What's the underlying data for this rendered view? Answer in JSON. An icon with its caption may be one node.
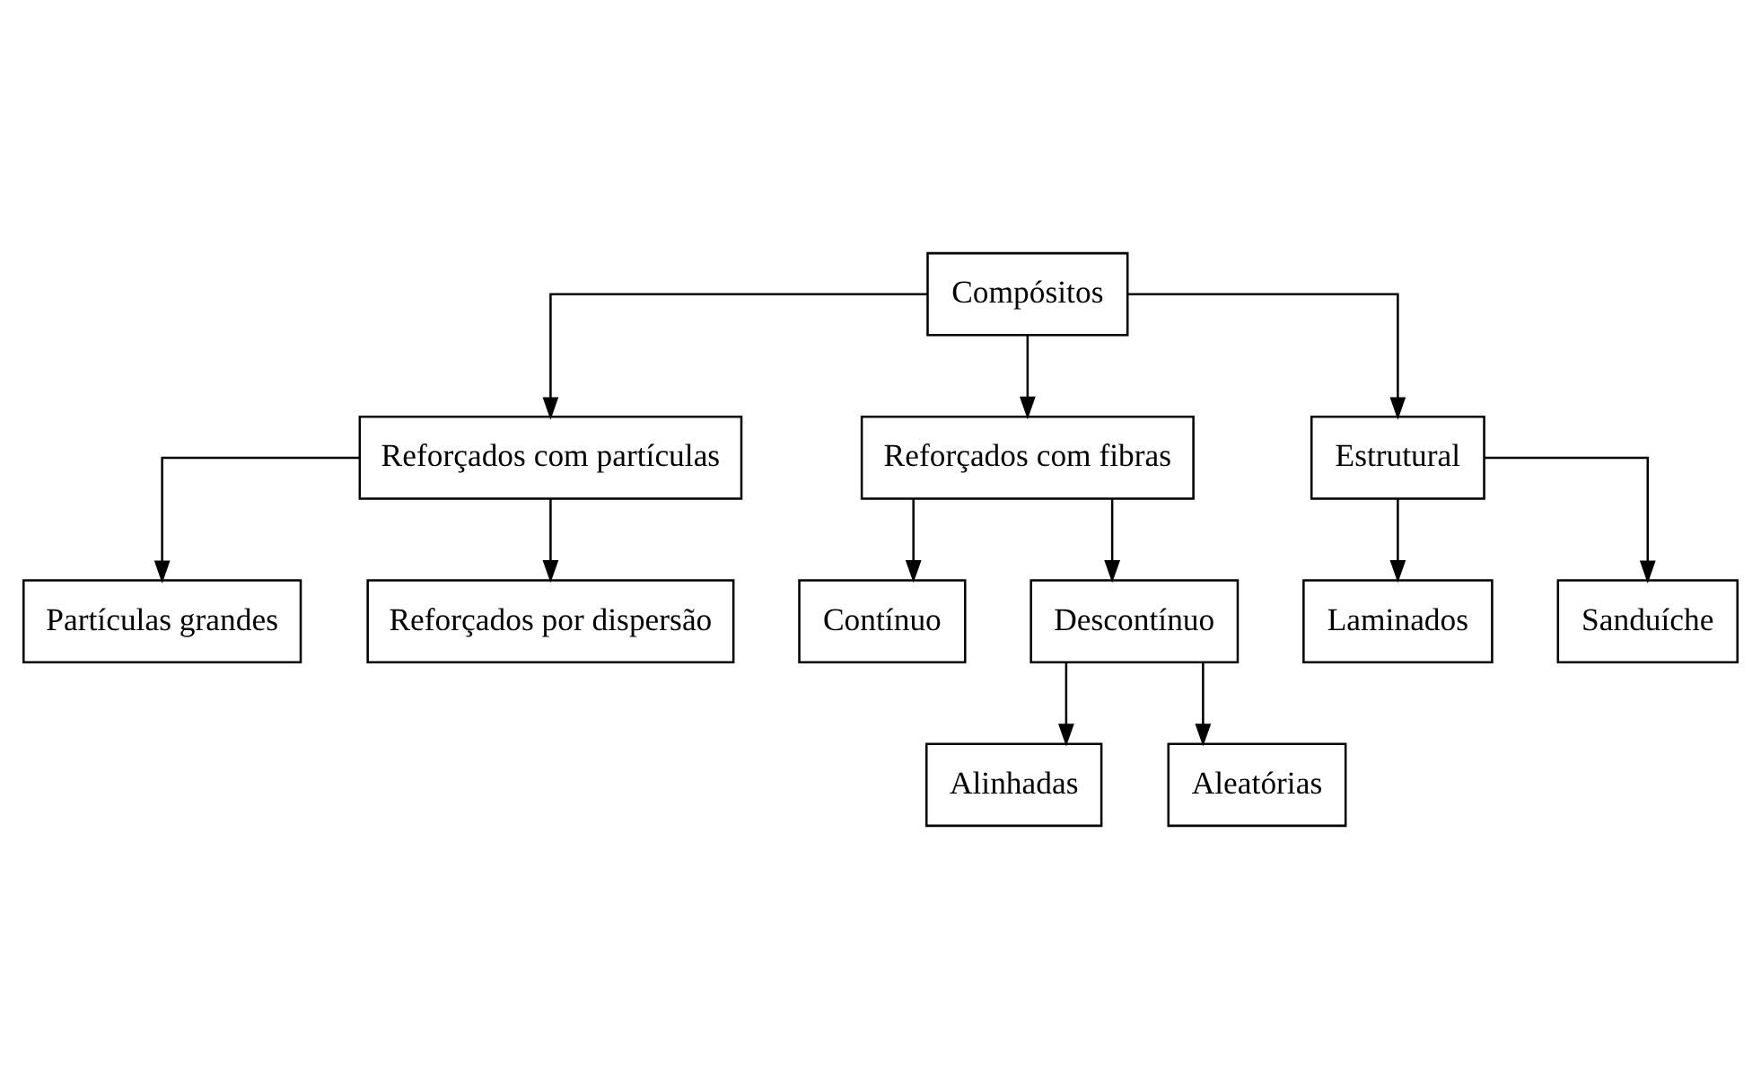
{
  "diagram": {
    "nodes": [
      {
        "text": [
          "Compósitos"
        ]
      },
      {
        "text": [
          "Reforçados com partículas"
        ]
      },
      {
        "text": [
          "Reforçados com fibras"
        ]
      },
      {
        "text": [
          "Estrutural"
        ]
      },
      {
        "text": [
          "Partículas grandes"
        ]
      },
      {
        "text": [
          "Reforçados por dispersão"
        ]
      },
      {
        "text": [
          "Contínuo"
        ]
      },
      {
        "text": [
          "Descontínuo"
        ]
      },
      {
        "text": [
          "Laminados"
        ]
      },
      {
        "text": [
          "Sanduíche"
        ]
      },
      {
        "text": [
          "Alinhadas"
        ]
      },
      {
        "text": [
          "Aleatórias"
        ]
      }
    ],
    "edges": [
      {
        "from": 0,
        "to": 1,
        "arrow": "to"
      },
      {
        "from": 0,
        "to": 2,
        "arrow": "to"
      },
      {
        "from": 0,
        "to": 3,
        "arrow": "to"
      },
      {
        "from": 1,
        "to": 4,
        "arrow": "to"
      },
      {
        "from": 1,
        "to": 5,
        "arrow": "to"
      },
      {
        "from": 2,
        "to": 6,
        "arrow": "to"
      },
      {
        "from": 2,
        "to": 7,
        "arrow": "to"
      },
      {
        "from": 3,
        "to": 8,
        "arrow": "to"
      },
      {
        "from": 3,
        "to": 9,
        "arrow": "to"
      },
      {
        "from": 7,
        "to": 10,
        "arrow": "to"
      },
      {
        "from": 7,
        "to": 11,
        "arrow": "to"
      }
    ]
  }
}
